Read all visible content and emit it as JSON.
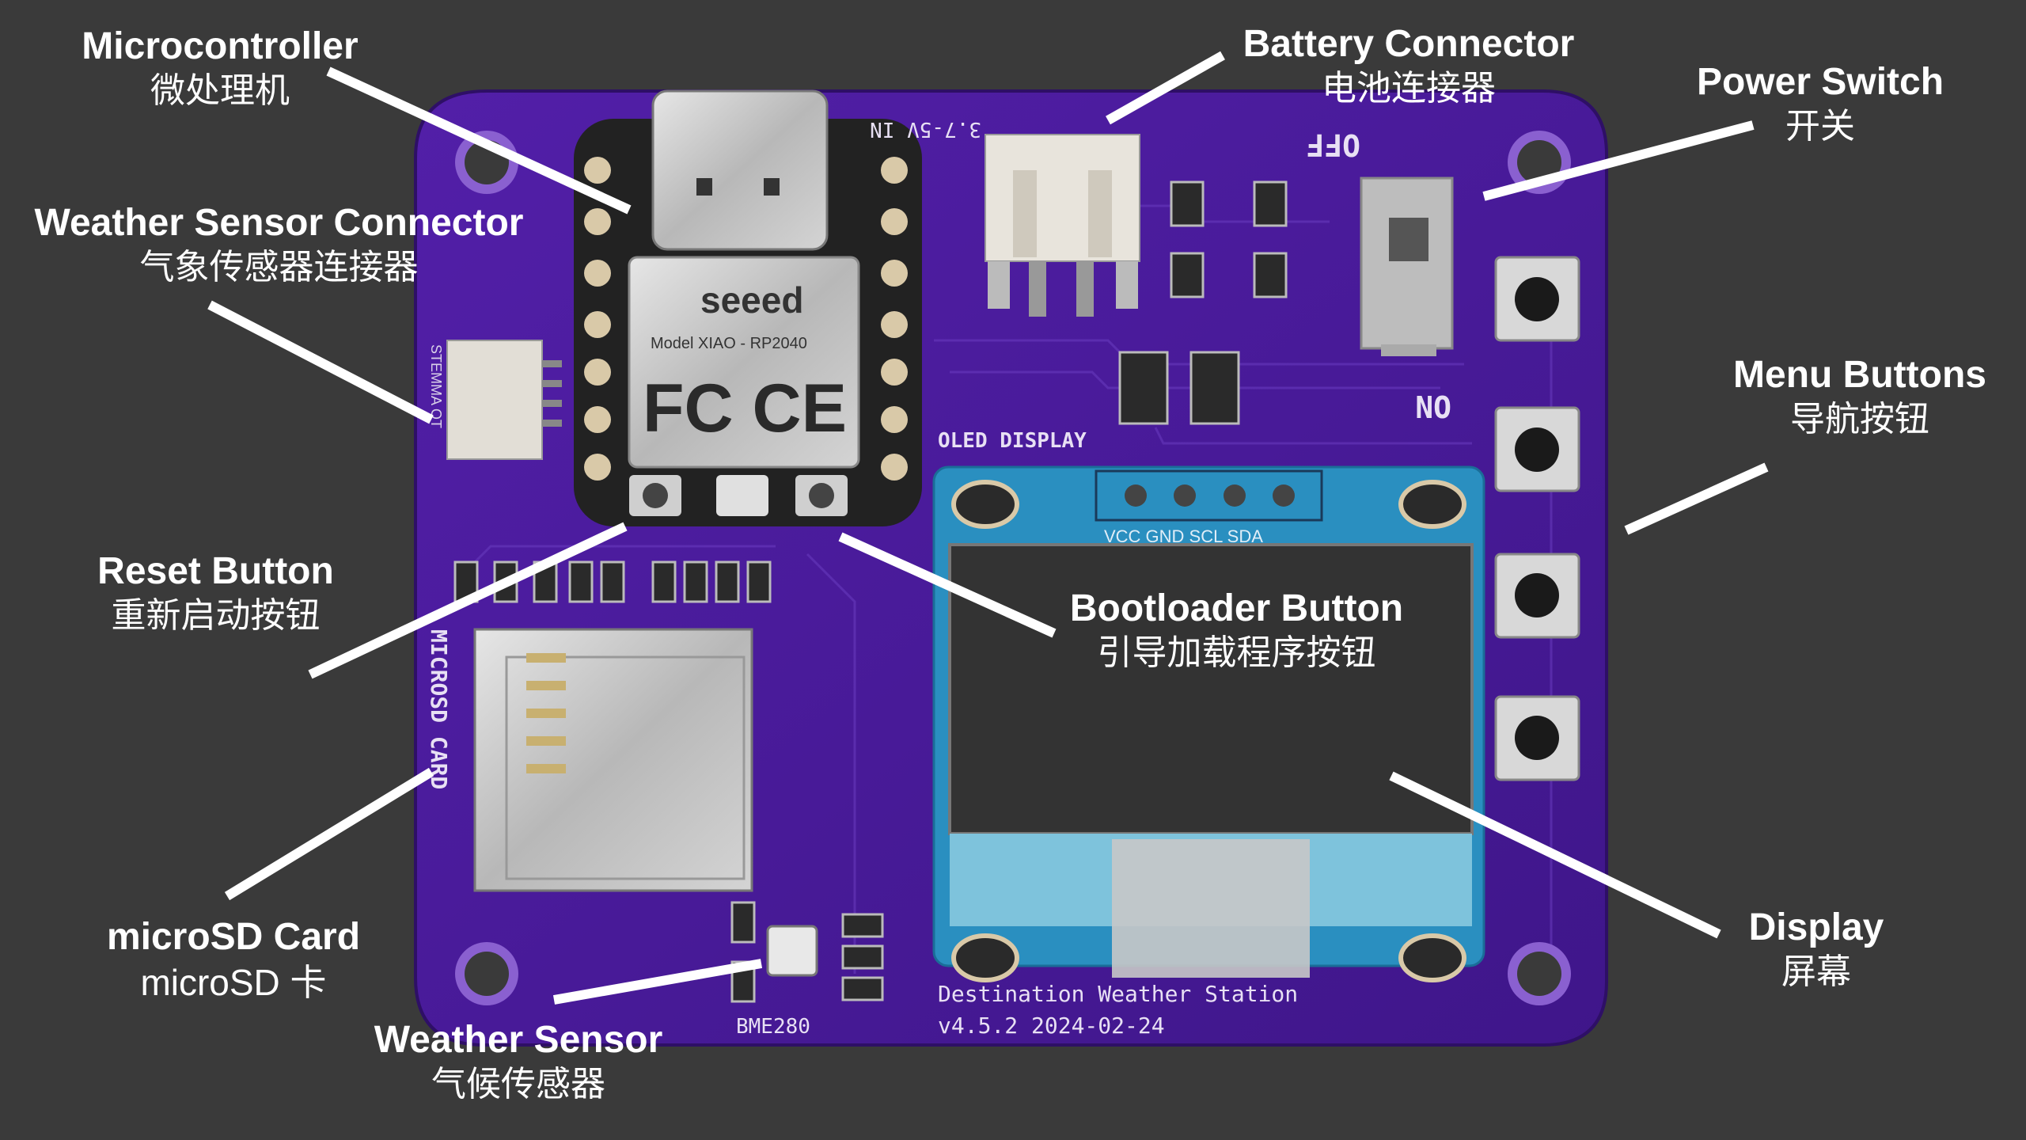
{
  "colors": {
    "background": "#3a3a3a",
    "pcb": "#4a1a9a",
    "callout": "#ffffff",
    "oled_board": "#2a8fc0",
    "module": "#222222"
  },
  "board": {
    "mcu_brand": "seeed",
    "mcu_model": "Model XIAO - RP2040",
    "mcu_cert": "FC CE",
    "stemma_label": "STEMMA QT",
    "battery_silk": "3.7-5V IN",
    "switch_off": "OFF",
    "switch_on": "ON",
    "oled_title": "OLED DISPLAY",
    "oled_pins": "VCC  GND  SCL  SDA",
    "sd_label": "MICROSD CARD",
    "sensor_label": "BME280",
    "footer_line1": "Destination Weather Station",
    "footer_line2": "v4.5.2 2024-02-24"
  },
  "labels": [
    {
      "id": "microcontroller",
      "en": "Microcontroller",
      "zh": "微处理机"
    },
    {
      "id": "battery-connector",
      "en": "Battery Connector",
      "zh": "电池连接器"
    },
    {
      "id": "power-switch",
      "en": "Power Switch",
      "zh": "开关"
    },
    {
      "id": "weather-sensor-connector",
      "en": "Weather Sensor Connector",
      "zh": "气象传感器连接器"
    },
    {
      "id": "menu-buttons",
      "en": "Menu Buttons",
      "zh": "导航按钮"
    },
    {
      "id": "reset-button",
      "en": "Reset Button",
      "zh": "重新启动按钮"
    },
    {
      "id": "bootloader-button",
      "en": "Bootloader Button",
      "zh": "引导加载程序按钮"
    },
    {
      "id": "microsd-card",
      "en": "microSD Card",
      "zh": "microSD 卡"
    },
    {
      "id": "display",
      "en": "Display",
      "zh": "屏幕"
    },
    {
      "id": "weather-sensor",
      "en": "Weather Sensor",
      "zh": "气候传感器"
    }
  ]
}
